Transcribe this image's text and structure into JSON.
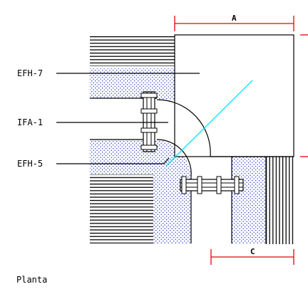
{
  "labels": {
    "efh7": "EFH-7",
    "ifa1": "IFA-1",
    "efh5": "EFH-5",
    "caption": "Planta"
  },
  "dimensions": {
    "top": "A",
    "bottom": "C"
  },
  "colors": {
    "dimension": "#e8000f",
    "diagonal": "#00e5ff",
    "fill_dots": "#1a2fbf",
    "line": "#000000"
  }
}
